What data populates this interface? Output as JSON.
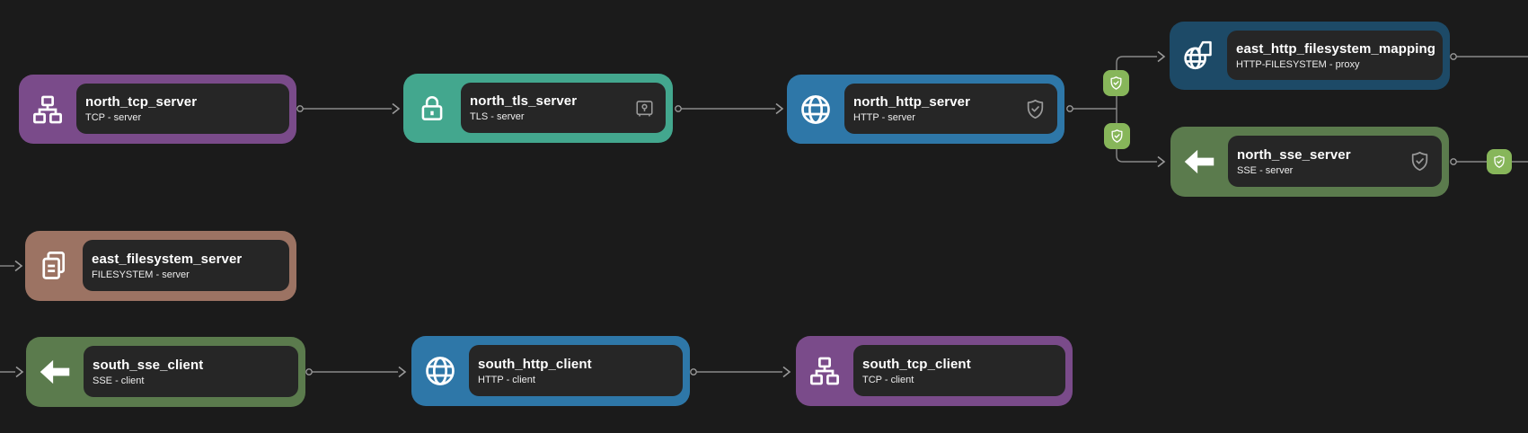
{
  "app": {
    "view": "protocol flow graph",
    "background_color": "#1b1b1b",
    "edge_color": "#8a8a8a",
    "panel_color": "#262626",
    "badge_color": "#87b65a"
  },
  "nodes": [
    {
      "id": "north_tcp_server",
      "title": "north_tcp_server",
      "subtitle": "TCP - server",
      "color": "#7a4b8a",
      "icon": "sitemap-icon"
    },
    {
      "id": "north_tls_server",
      "title": "north_tls_server",
      "subtitle": "TLS - server",
      "color": "#43a78e",
      "icon": "lock-icon",
      "trailing_icon": "vault-icon"
    },
    {
      "id": "north_http_server",
      "title": "north_http_server",
      "subtitle": "HTTP - server",
      "color": "#2e77a8",
      "icon": "globe-icon",
      "trailing_icon": "shield-check-icon"
    },
    {
      "id": "east_http_filesystem_mapping",
      "title": "east_http_filesystem_mapping",
      "subtitle": "HTTP-FILESYSTEM - proxy",
      "color": "#1d4a67",
      "icon": "globe-document-icon"
    },
    {
      "id": "north_sse_server",
      "title": "north_sse_server",
      "subtitle": "SSE - server",
      "color": "#5b7b4d",
      "icon": "arrow-left-icon",
      "trailing_icon": "shield-check-icon"
    },
    {
      "id": "east_filesystem_server",
      "title": "east_filesystem_server",
      "subtitle": "FILESYSTEM - server",
      "color": "#9c7363",
      "icon": "copy-icon"
    },
    {
      "id": "south_sse_client",
      "title": "south_sse_client",
      "subtitle": "SSE - client",
      "color": "#5b7b4d",
      "icon": "arrow-left-icon"
    },
    {
      "id": "south_http_client",
      "title": "south_http_client",
      "subtitle": "HTTP - client",
      "color": "#2e77a8",
      "icon": "globe-icon"
    },
    {
      "id": "south_tcp_client",
      "title": "south_tcp_client",
      "subtitle": "TCP - client",
      "color": "#7a4b8a",
      "icon": "sitemap-icon"
    }
  ],
  "security_badges": [
    {
      "id": "badge-http-to-mapping",
      "icon": "shield-check-icon"
    },
    {
      "id": "badge-http-to-sse",
      "icon": "shield-check-icon"
    },
    {
      "id": "badge-sse-out",
      "icon": "shield-check-icon"
    }
  ],
  "edges": [
    {
      "from": "north_tcp_server",
      "to": "north_tls_server"
    },
    {
      "from": "north_tls_server",
      "to": "north_http_server"
    },
    {
      "from": "north_http_server",
      "to": "east_http_filesystem_mapping",
      "via": "shield-badge"
    },
    {
      "from": "north_http_server",
      "to": "north_sse_server",
      "via": "shield-badge"
    },
    {
      "from": "east_http_filesystem_mapping",
      "to": "offscreen-right"
    },
    {
      "from": "north_sse_server",
      "to": "offscreen-right",
      "via": "shield-badge"
    },
    {
      "from": "offscreen-left",
      "to": "east_filesystem_server"
    },
    {
      "from": "offscreen-left",
      "to": "south_sse_client"
    },
    {
      "from": "south_sse_client",
      "to": "south_http_client"
    },
    {
      "from": "south_http_client",
      "to": "south_tcp_client"
    }
  ]
}
